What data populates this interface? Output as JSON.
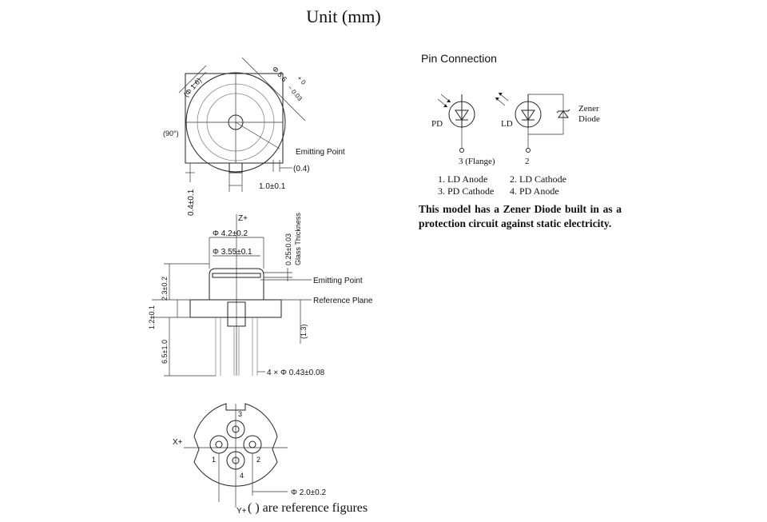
{
  "header": {
    "title": "Unit (mm)"
  },
  "top_view": {
    "dia_lead": "(Φ 1.6)",
    "dia_body": "Φ 5.6",
    "tol_plus": "+ 0",
    "tol_minus": "− 0.03",
    "angle": "(90°)",
    "emitting_point": "Emitting Point",
    "offset": "(0.4)",
    "width": "1.0±0.1",
    "height": "0.4±0.1"
  },
  "side_view": {
    "z_axis": "Z+",
    "dia_cap": "Φ 4.2±0.2",
    "dia_window": "Φ 3.55±0.1",
    "glass_thickness": "0.25±0.03",
    "glass_label": "Glass Thickness",
    "emitting_point": "Emitting Point",
    "reference_plane": "Reference Plane",
    "cap_height": "2.3±0.2",
    "flange": "1.2±0.1",
    "lead_length": "6.5±1.0",
    "ref_13": "(1.3)",
    "lead_dia": "4 × Φ 0.43±0.08"
  },
  "bottom_view": {
    "x_axis": "X+",
    "y_axis": "Y+",
    "pins": [
      "1",
      "2",
      "3",
      "4"
    ],
    "pcd": "Φ 2.0±0.2",
    "ref_note": "( ) are reference figures"
  },
  "pin_connection": {
    "title": "Pin Connection",
    "pd_label": "PD",
    "ld_label": "LD",
    "zener_label_1": "Zener",
    "zener_label_2": "Diode",
    "pin3_label": "3  (Flange)",
    "pin2_label": "2",
    "list": [
      [
        "1. LD Anode",
        "2. LD Cathode"
      ],
      [
        "3. PD Cathode",
        "4. PD Anode"
      ]
    ],
    "note": "This model has a Zener Diode built in as a protection circuit against static electricity."
  }
}
